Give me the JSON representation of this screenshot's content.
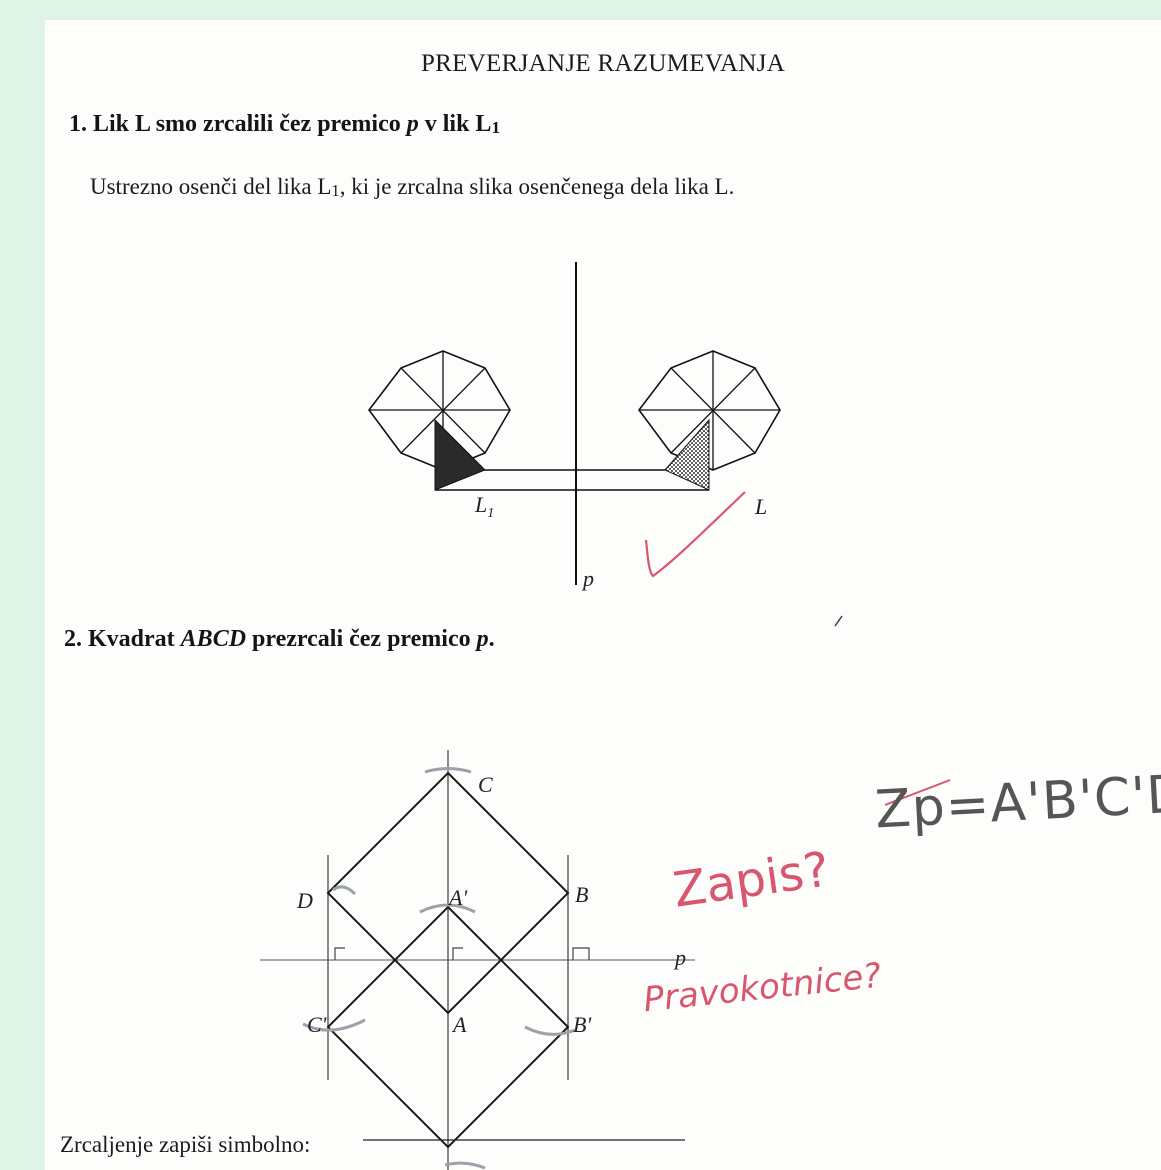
{
  "title": "PREVERJANJE RAZUMEVANJA",
  "q1": {
    "number": "1.",
    "text_a": "Lik L smo zrcalili  čez premico ",
    "var": "p",
    "text_b": " v lik L",
    "sub": "1"
  },
  "instruction": {
    "a": "Ustrezno osenči del lika L",
    "sub": "1",
    "b": ",  ki je zrcalna slika osenčenega dela lika L."
  },
  "fig1": {
    "label_L1": "L",
    "label_L1_sub": "1",
    "label_L": "L",
    "label_p": "p"
  },
  "q2": {
    "number": "2.",
    "text_a": "Kvadrat ",
    "var": "ABCD",
    "text_b": " prezrcali čez premico ",
    "var2": "p",
    "text_c": "."
  },
  "fig2": {
    "label_C": "C",
    "label_D": "D",
    "label_Ap": "A'",
    "label_B": "B",
    "label_p": "p",
    "label_A": "A",
    "label_Bp": "B'",
    "label_Cp": "C'"
  },
  "handwriting": {
    "formula": "Zp=A'B'C'D'",
    "note_red_1": "Zapis?",
    "note_red_2": "Pravokotnice?"
  },
  "footer": {
    "text": "Zrcaljenje zapiši simbolno:"
  }
}
